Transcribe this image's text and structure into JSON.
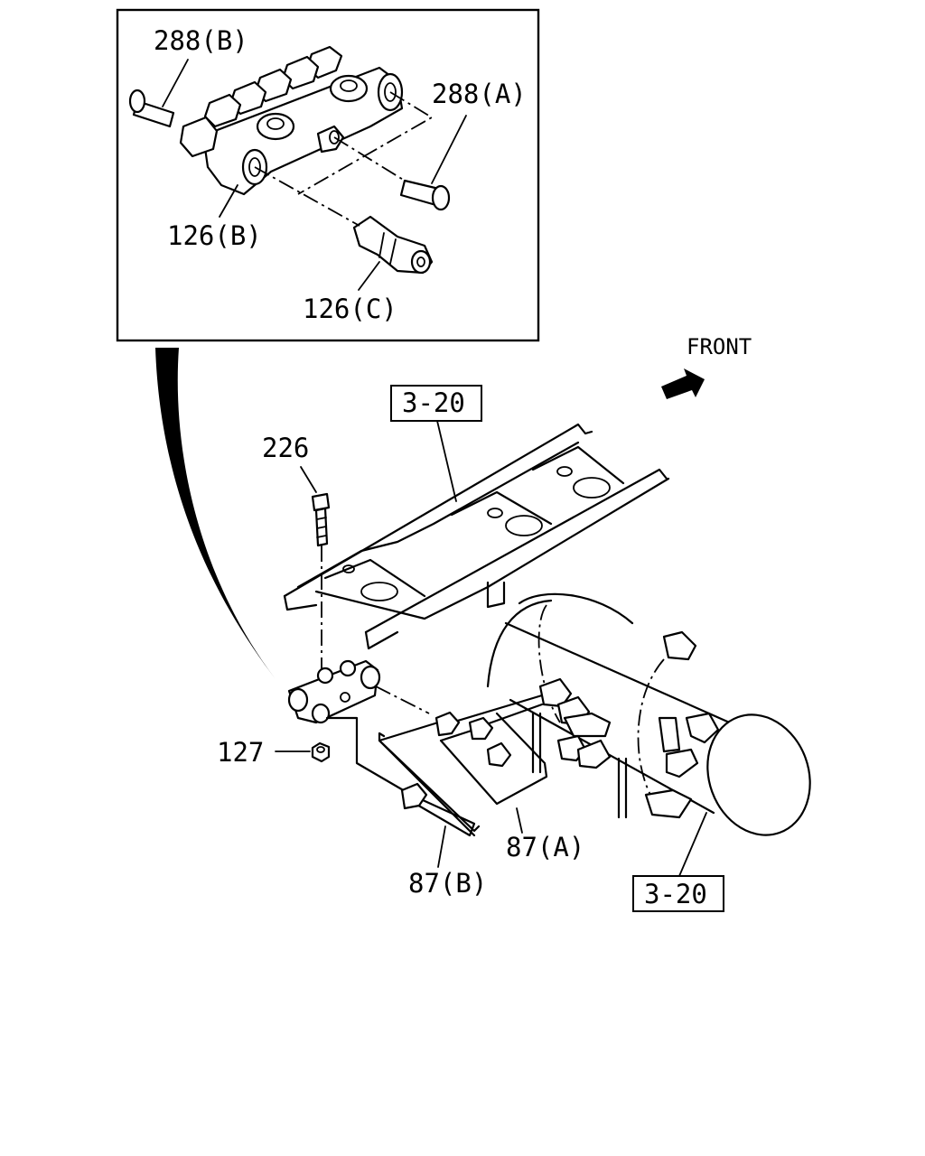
{
  "labels": {
    "p288b": "288(B)",
    "p288a": "288(A)",
    "p126b": "126(B)",
    "p126c": "126(C)",
    "front": "FRONT",
    "ref_top": "3-20",
    "ref_bottom": "3-20",
    "p226": "226",
    "p127": "127",
    "p87a": "87(A)",
    "p87b": "87(B)"
  },
  "icons": {
    "front_arrow": "arrow-icon"
  }
}
